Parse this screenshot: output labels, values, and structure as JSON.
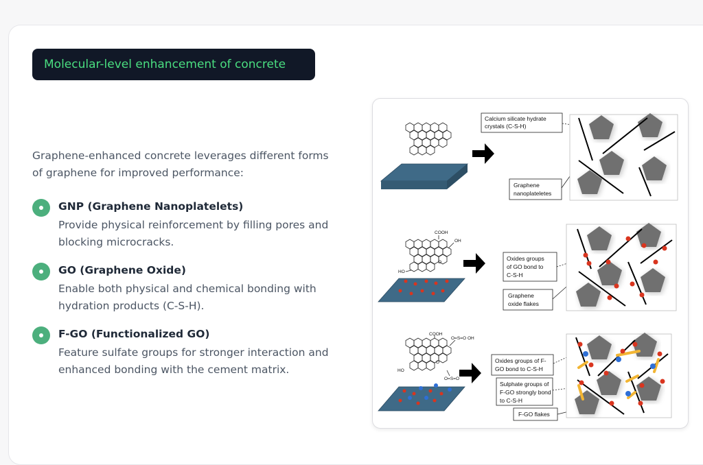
{
  "header": {
    "title": "Molecular-level enhancement of concrete"
  },
  "intro": {
    "line1": "Graphene-enhanced concrete leverages different forms",
    "line2": "of graphene for improved performance:"
  },
  "items": [
    {
      "title": "GNP (Graphene Nanoplatelets)",
      "desc1": "Provide physical reinforcement by filling pores and",
      "desc2": "blocking microcracks."
    },
    {
      "title": "GO (Graphene Oxide)",
      "desc1": "Enable both physical and chemical bonding with",
      "desc2": "hydration products (C-S-H)."
    },
    {
      "title": "F-GO (Functionalized GO)",
      "desc1": "Feature sulfate groups for stronger interaction and",
      "desc2": "enhanced bonding with the cement matrix."
    }
  ],
  "figure": {
    "row1": {
      "label_csh_1": "Calcium silicate hydrate",
      "label_csh_2": "crystals (C-S-H)",
      "label_gnp_1": "Graphene",
      "label_gnp_2": "nanoplateletes"
    },
    "row2": {
      "label_ox_1": "Oxides groups",
      "label_ox_2": "of GO bond to",
      "label_ox_3": "C-S-H",
      "label_go_1": "Graphene",
      "label_go_2": "oxide flakes",
      "cooh": "COOH",
      "oh": "OH",
      "ho": "HO",
      "o": "O"
    },
    "row3": {
      "label_ox_1": "Oxides groups of F-",
      "label_ox_2": "GO bond to C-S-H",
      "label_su_1": "Sulphate groups of",
      "label_su_2": "F-GO strongly bond",
      "label_su_3": "to C-S-H",
      "label_fgo": "F-GO flakes",
      "cooh": "COOH",
      "oh": "OH",
      "ho": "HO",
      "so3": "O=S=O",
      "o": "O"
    }
  },
  "colors": {
    "accent": "#4ade80",
    "badge_bg": "#111827",
    "bullet": "#4caf7d",
    "plate": "#3f6a87",
    "pentagon": "#707070",
    "oxide": "#d9351f",
    "sulfate": "#2e6fd6",
    "bond": "#f2b533"
  }
}
